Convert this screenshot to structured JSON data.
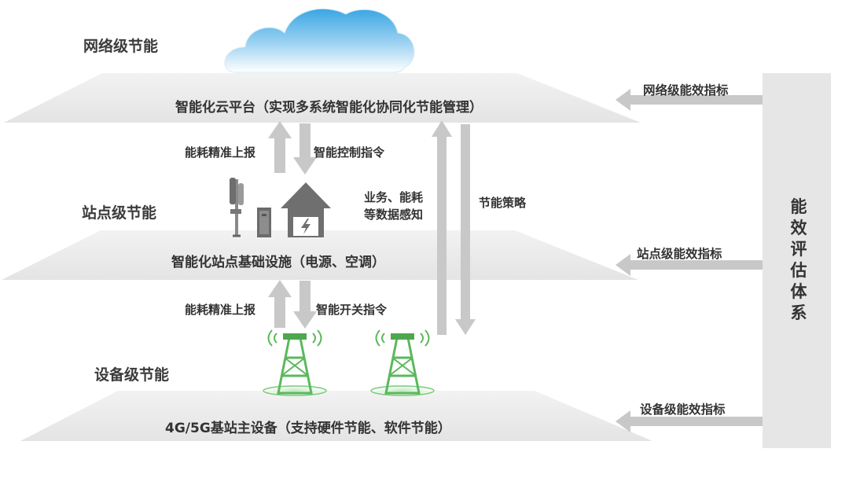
{
  "levels": {
    "network": "网络级节能",
    "site": "站点级节能",
    "device": "设备级节能"
  },
  "platforms": {
    "cloud": "智能化云平台（实现多系统智能化协同化节能管理）",
    "site": "智能化站点基础设施（电源、空调）",
    "device": "4G/5G基站主设备（支持硬件节能、软件节能）"
  },
  "flows": {
    "energy_report_upper": "能耗精准上报",
    "control_cmd": "智能控制指令",
    "energy_report_lower": "能耗精准上报",
    "switch_cmd": "智能开关指令",
    "business_sensing_line1": "业务、能耗",
    "business_sensing_line2": "等数据感知",
    "energy_strategy": "节能策略"
  },
  "evaluation": {
    "system_chars": [
      "能",
      "效",
      "评",
      "估",
      "体",
      "系"
    ],
    "network_metric": "网络级能效指标",
    "site_metric": "站点级能效指标",
    "device_metric": "设备级能效指标"
  },
  "colors": {
    "platform": "#ebebeb",
    "arrow": "#c8c8c8",
    "tower": "#5cb85c",
    "cloud_top": "#4fb0e6"
  }
}
